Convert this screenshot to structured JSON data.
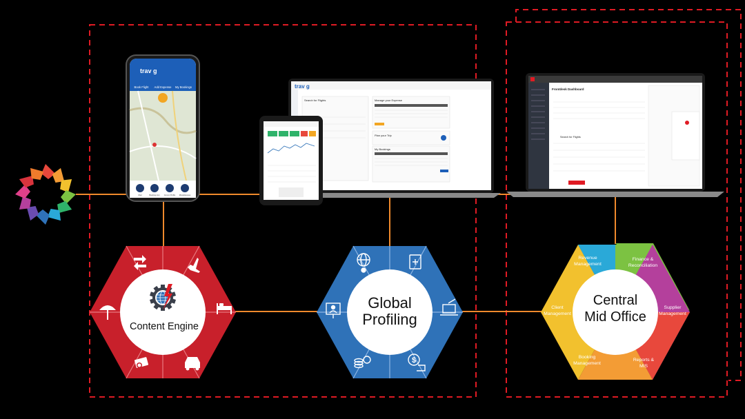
{
  "colors": {
    "background": "#000000",
    "dashed_border": "#e01b24",
    "connector": "#f08a2c",
    "content_engine": "#c8202b",
    "global_profiling": "#2f72b8",
    "mid_office": {
      "revenue": "#2aa9d8",
      "finance": "#7cc242",
      "supplier": "#b4409c",
      "reports": "#e8483c",
      "booking": "#f39c35",
      "client": "#f2c12e"
    }
  },
  "logo": {
    "name": "travclan-pinwheel-logo"
  },
  "phone": {
    "brand": "trav g",
    "tabs": [
      "Book Flight",
      "Add Expense",
      "My Bookings"
    ],
    "bottom_items": [
      "Uber",
      "Booking.com",
      "Concur Profile",
      "Miscellaneous"
    ]
  },
  "laptop_center": {
    "brand": "trav g",
    "panels": [
      "Search for Flights",
      "Manage your Expense",
      "Plan your Trip",
      "My Bookings"
    ]
  },
  "laptop_right": {
    "title": "Frontdesk Dashboard",
    "panel": "Search for Flights"
  },
  "content_engine": {
    "label": "Content Engine",
    "icons": [
      "exchange-icon",
      "airplane-icon",
      "bed-icon",
      "car-icon",
      "camera-money-icon",
      "umbrella-icon"
    ]
  },
  "global_profiling": {
    "label_line1": "Global",
    "label_line2": "Profiling",
    "icons": [
      "globe-user-icon",
      "medical-clipboard-icon",
      "laptop-edit-icon",
      "dollar-hand-icon",
      "coins-icon",
      "presentation-icon"
    ]
  },
  "mid_office": {
    "label_line1": "Central",
    "label_line2": "Mid Office",
    "segments": [
      {
        "key": "revenue",
        "line1": "Revenue",
        "line2": "Management"
      },
      {
        "key": "finance",
        "line1": "Finance &",
        "line2": "Reconciliation"
      },
      {
        "key": "supplier",
        "line1": "Supplier",
        "line2": "Management"
      },
      {
        "key": "reports",
        "line1": "Reports &",
        "line2": "MIS"
      },
      {
        "key": "booking",
        "line1": "Booking",
        "line2": "Management"
      },
      {
        "key": "client",
        "line1": "Client",
        "line2": "Management"
      }
    ]
  }
}
